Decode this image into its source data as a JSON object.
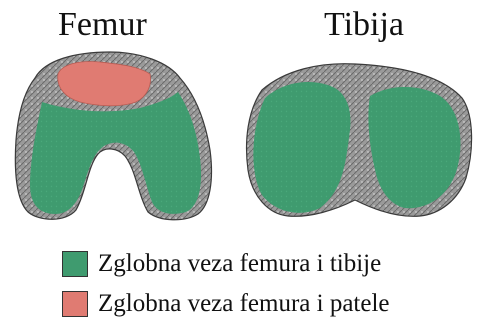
{
  "titles": {
    "femur": "Femur",
    "tibia": "Tibija"
  },
  "legend": [
    {
      "label": "Zglobna veza femura i tibije",
      "color": "#3f9b6f"
    },
    {
      "label": "Zglobna veza femura i patele",
      "color": "#e07b72"
    }
  ],
  "colors": {
    "bone": "#8f8f8f",
    "bone_dark": "#4a4a4a",
    "tibiofemoral": "#3f9b6f",
    "patellofemoral": "#e07b72"
  }
}
